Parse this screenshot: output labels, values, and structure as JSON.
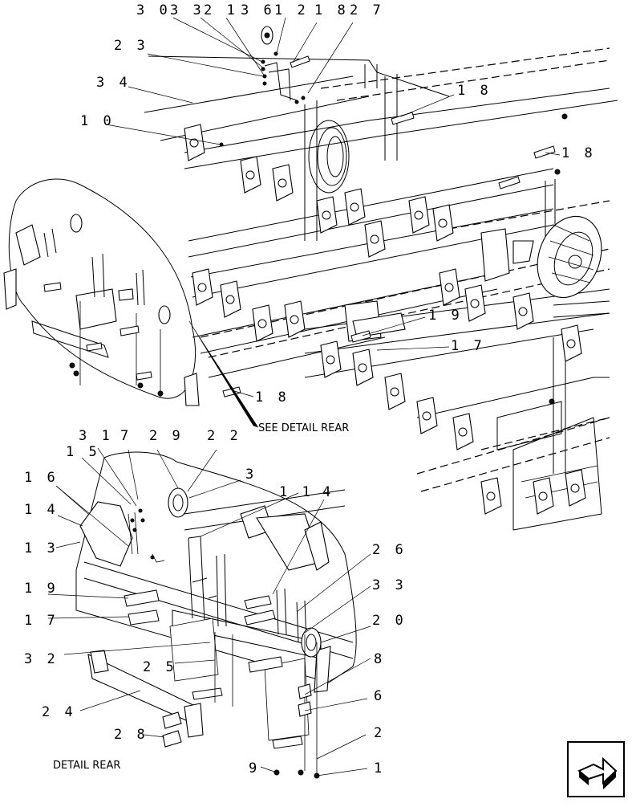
{
  "callouts": {
    "c30": "3 0",
    "c33a": "3 3",
    "c21": "2 1",
    "c36": "3 6",
    "c12": "1 2",
    "c18a": "1 8",
    "c27": "2 7",
    "c23": "2 3",
    "c34": "3 4",
    "c10": "1 0",
    "c18b": "1 8",
    "c18c": "1 8",
    "c19a": "1 9",
    "c17a": "1 7",
    "c18d": "1 8",
    "c31": "3 1",
    "c7": "7",
    "c29": "2 9",
    "c22": "2 2",
    "c15": "1 5",
    "c3": "3",
    "c16": "1 6",
    "c11": "1 1",
    "c4": "4",
    "c14": "1 4",
    "c13": "1 3",
    "c26": "2 6",
    "c19b": "1 9",
    "c33b": "3 3",
    "c17b": "1 7",
    "c20": "2 0",
    "c32": "3 2",
    "c25": "2 5",
    "c8": "8",
    "c24": "2 4",
    "c6": "6",
    "c28": "2 8",
    "c2": "2",
    "c9": "9",
    "c1": "1"
  },
  "captions": {
    "see_detail": "SEE DETAIL REAR",
    "detail_rear": "DETAIL REAR"
  },
  "icons": {
    "nav": "next-page-arrow-icon"
  }
}
